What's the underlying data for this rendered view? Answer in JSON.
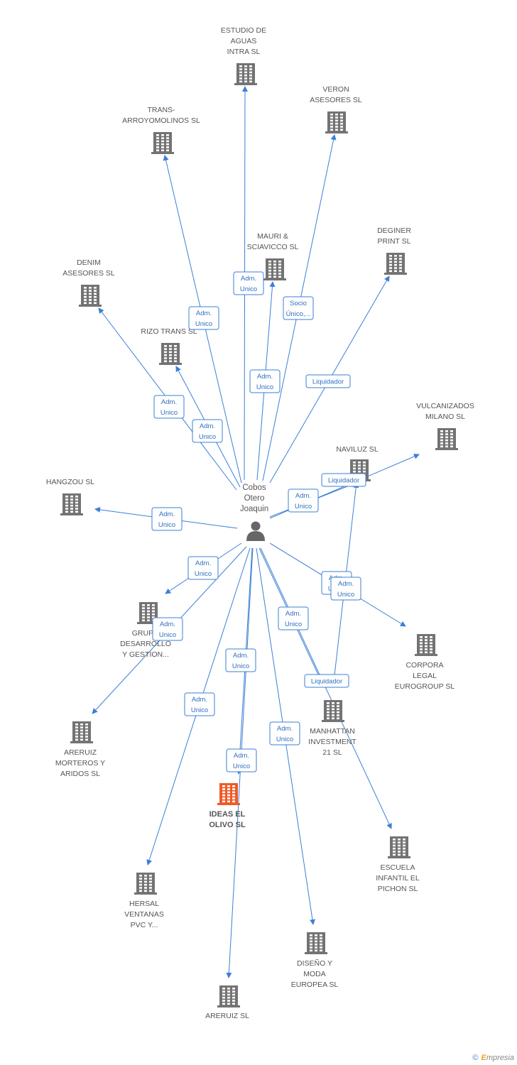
{
  "center": {
    "label_lines": [
      "Cobos",
      "Otero",
      "Joaquin"
    ],
    "icon": "person-icon"
  },
  "companies": [
    {
      "id": "estudio",
      "lines": [
        "ESTUDIO DE",
        "AGUAS",
        "INTRA  SL"
      ],
      "icon": "building-icon"
    },
    {
      "id": "veron",
      "lines": [
        "VERON",
        "ASESORES SL"
      ],
      "icon": "building-icon"
    },
    {
      "id": "trans",
      "lines": [
        "TRANS-",
        "ARROYOMOLINOS SL"
      ],
      "icon": "building-icon"
    },
    {
      "id": "mauri",
      "lines": [
        "MAURI &",
        "SCIAVICCO SL"
      ],
      "icon": "building-icon"
    },
    {
      "id": "deginer",
      "lines": [
        "DEGINER",
        "PRINT SL"
      ],
      "icon": "building-icon"
    },
    {
      "id": "denim",
      "lines": [
        "DENIM",
        "ASESORES SL"
      ],
      "icon": "building-icon"
    },
    {
      "id": "rizo",
      "lines": [
        "RIZO TRANS SL"
      ],
      "icon": "building-icon"
    },
    {
      "id": "vulcanizados",
      "lines": [
        "VULCANIZADOS",
        "MILANO SL"
      ],
      "icon": "building-icon"
    },
    {
      "id": "naviluz",
      "lines": [
        "NAVILUZ SL"
      ],
      "icon": "building-icon"
    },
    {
      "id": "hangzou",
      "lines": [
        "HANGZOU SL"
      ],
      "icon": "building-icon"
    },
    {
      "id": "grupo",
      "lines": [
        "GRUPO",
        "DESARROLLO",
        "Y GESTION..."
      ],
      "icon": "building-icon"
    },
    {
      "id": "corpora",
      "lines": [
        "CORPORA",
        "LEGAL",
        "EUROGROUP SL"
      ],
      "icon": "building-icon"
    },
    {
      "id": "areruiz_m",
      "lines": [
        "ARERUIZ",
        "MORTEROS Y",
        "ARIDOS SL"
      ],
      "icon": "building-icon"
    },
    {
      "id": "manhattan",
      "lines": [
        "MANHATTAN",
        "INVESTMENT",
        "21 SL"
      ],
      "icon": "building-icon"
    },
    {
      "id": "ideas",
      "lines": [
        "IDEAS EL",
        "OLIVO SL"
      ],
      "icon": "building-icon",
      "main": true
    },
    {
      "id": "escuela",
      "lines": [
        "ESCUELA",
        "INFANTIL EL",
        "PICHON SL"
      ],
      "icon": "building-icon"
    },
    {
      "id": "hersal",
      "lines": [
        "HERSAL",
        "VENTANAS",
        "PVC Y..."
      ],
      "icon": "building-icon"
    },
    {
      "id": "diseno",
      "lines": [
        "DISEÑO Y",
        "MODA",
        "EUROPEA SL"
      ],
      "icon": "building-icon"
    },
    {
      "id": "areruiz",
      "lines": [
        "ARERUIZ SL"
      ],
      "icon": "building-icon"
    }
  ],
  "relations": [
    {
      "to": "estudio",
      "lines": [
        "Adm.",
        "Unico"
      ]
    },
    {
      "to": "veron",
      "lines": [
        "Socio",
        "Único,..."
      ]
    },
    {
      "to": "trans",
      "lines": [
        "Adm.",
        "Unico"
      ]
    },
    {
      "to": "mauri",
      "lines": [
        "Adm.",
        "Unico"
      ]
    },
    {
      "to": "deginer",
      "lines": [
        "Liquidador"
      ]
    },
    {
      "to": "denim",
      "lines": [
        "Adm.",
        "Unico"
      ]
    },
    {
      "to": "rizo",
      "lines": [
        "Adm.",
        "Unico"
      ]
    },
    {
      "to": "vulcanizados",
      "lines": [
        "Adm.",
        "Unico"
      ]
    },
    {
      "to": "hangzou",
      "lines": [
        "Adm.",
        "Unico"
      ]
    },
    {
      "to": "grupo",
      "lines": [
        "Adm.",
        "Unico"
      ]
    },
    {
      "to": "areruiz_m",
      "lines": [
        "Adm.",
        "Unico"
      ]
    },
    {
      "to": "corpora",
      "lines": [
        "Adm.",
        "Unico"
      ]
    },
    {
      "to": "manhattan",
      "lines": [
        "Adm.",
        "Unico"
      ]
    },
    {
      "to": "ideas",
      "lines": [
        "Adm.",
        "Unico"
      ]
    },
    {
      "to": "escuela",
      "lines": [
        "Liquidador"
      ]
    },
    {
      "to": "hersal",
      "lines": [
        "Adm.",
        "Unico"
      ]
    },
    {
      "to": "diseno",
      "lines": [
        "Adm.",
        "Unico"
      ]
    },
    {
      "to": "areruiz",
      "lines": [
        "Adm.",
        "Unico"
      ]
    },
    {
      "to": "naviluz",
      "lines": [
        "Liquidador"
      ]
    },
    {
      "to": "naviluz",
      "lines": [
        "Adm.",
        "Unico"
      ]
    }
  ],
  "colors": {
    "edge": "#3b7fd6",
    "building": "#737373",
    "building_main": "#f05a28",
    "person": "#666666"
  },
  "footer": {
    "copyright": "©",
    "brand_initial": "E",
    "brand_rest": "mpresia"
  }
}
